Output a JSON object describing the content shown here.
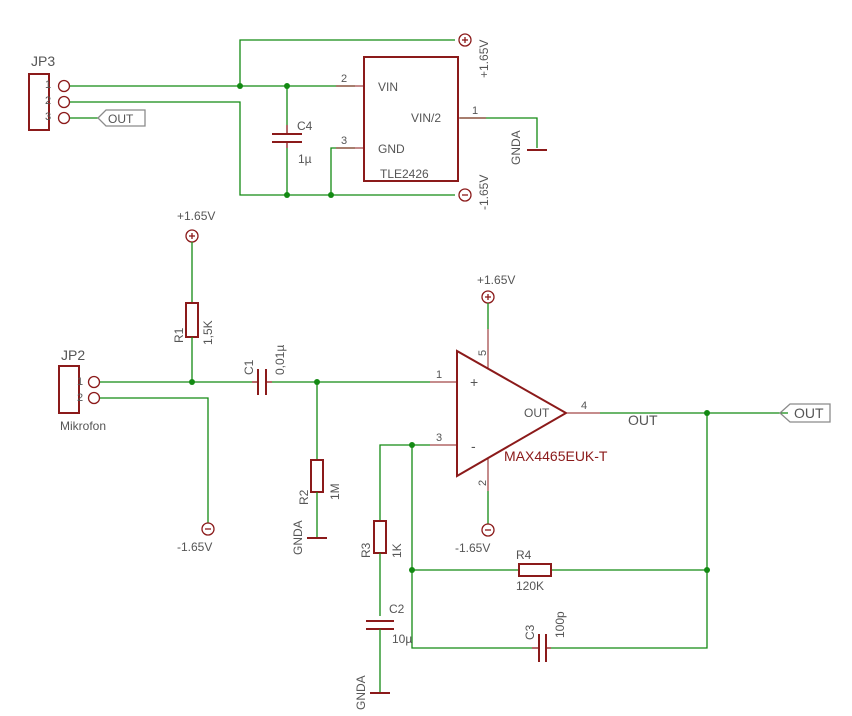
{
  "power": {
    "pos": "+1.65V",
    "neg": "-1.65V",
    "gnda": "GNDA"
  },
  "jp3": {
    "name": "JP3",
    "pins": [
      "1",
      "2",
      "3"
    ],
    "out_label": "OUT"
  },
  "u1": {
    "name": "TLE2426",
    "vin": "VIN",
    "vin2": "VIN/2",
    "gnd": "GND",
    "pin_vin": "2",
    "pin_vin2": "1",
    "pin_gnd": "3"
  },
  "c4": {
    "name": "C4",
    "value": "1µ"
  },
  "r1": {
    "name": "R1",
    "value": "1,5K"
  },
  "jp2": {
    "name": "JP2",
    "pins": [
      "1",
      "2"
    ],
    "label": "Mikrofon"
  },
  "c1": {
    "name": "C1",
    "value": "0,01µ"
  },
  "r2": {
    "name": "R2",
    "value": "1M"
  },
  "u2": {
    "name": "MAX4465EUK-T",
    "plus": "+",
    "minus": "-",
    "out": "OUT",
    "pin_in_plus": "1",
    "pin_in_minus": "3",
    "pin_out": "4",
    "pin_vcc": "5",
    "pin_gnd": "2"
  },
  "net_out": "OUT",
  "out_port": "OUT",
  "r3": {
    "name": "R3",
    "value": "1K"
  },
  "r4": {
    "name": "R4",
    "value": "120K"
  },
  "c2": {
    "name": "C2",
    "value": "10µ"
  },
  "c3": {
    "name": "C3",
    "value": "100p"
  }
}
